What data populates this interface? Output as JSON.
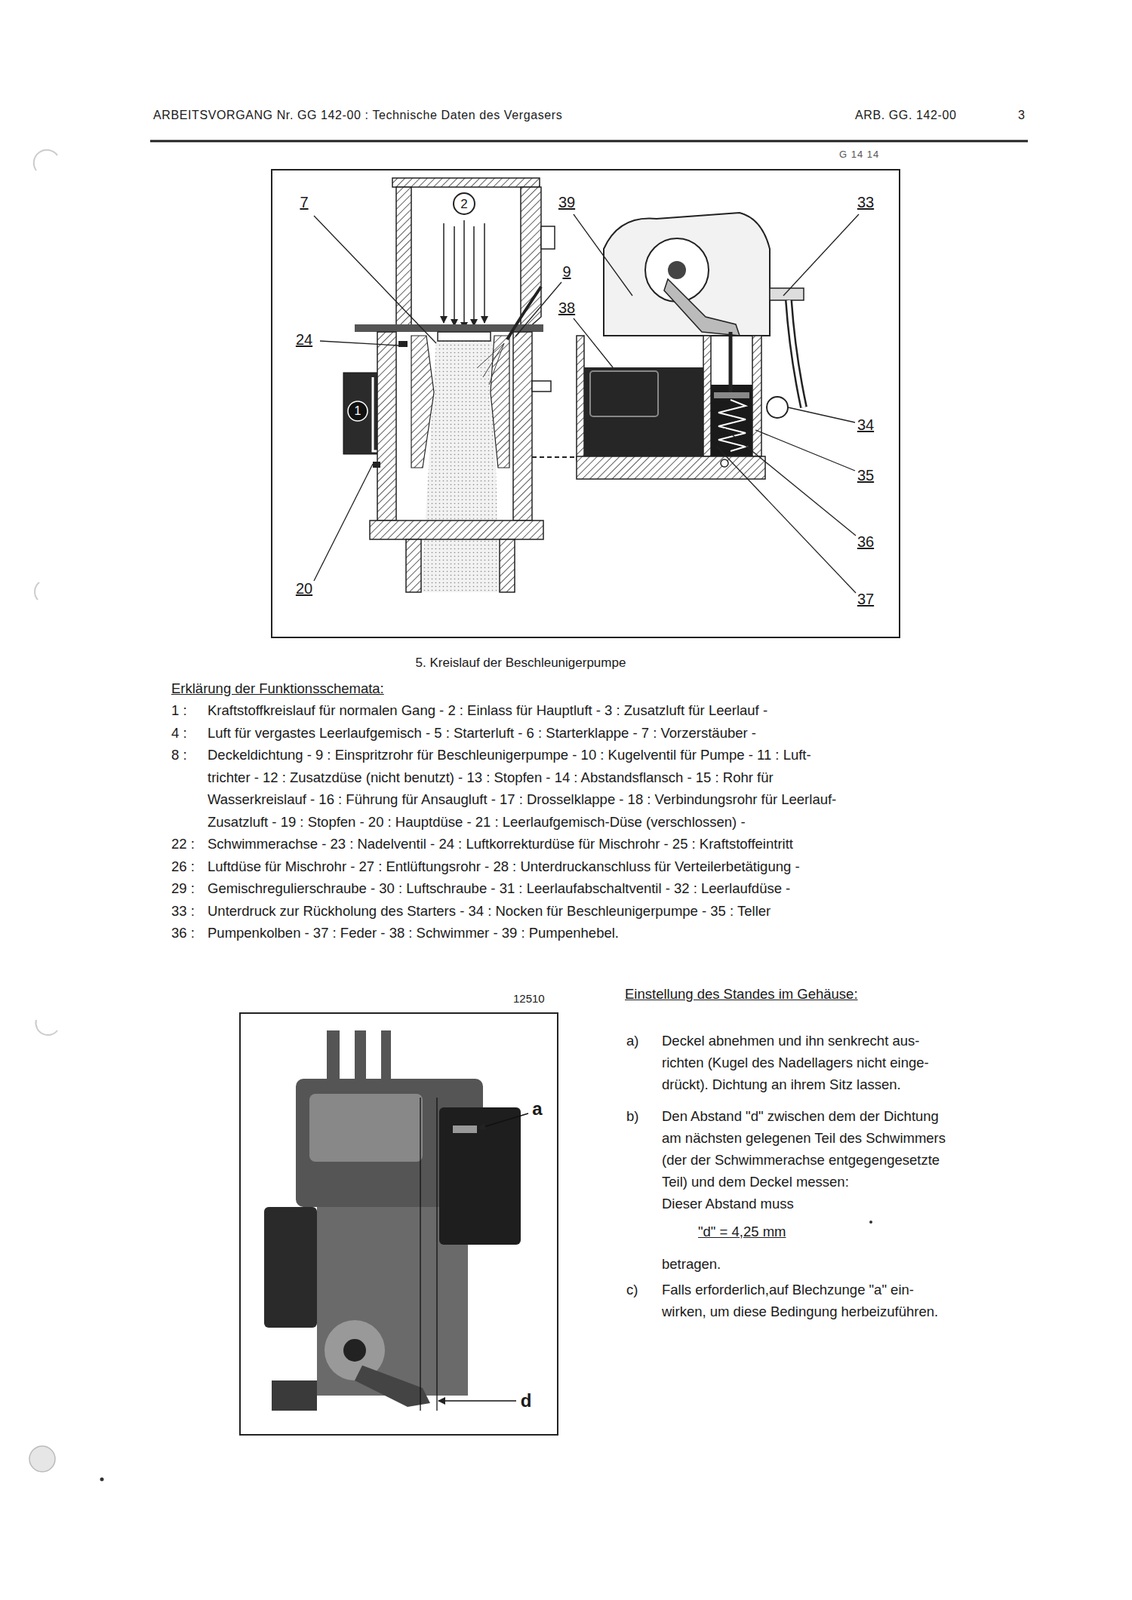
{
  "diagram": {
    "title": "ARBEITSVORGANG Nr. GG 142-00 : Technische Daten des Vergasers",
    "caption": "5. Kreislauf der Beschleunigerpumpe",
    "labels": [
      "ARB. GG. 142-00",
      "3",
      "G 14 14",
      "7",
      "2",
      "39",
      "33",
      "9",
      "38",
      "24",
      "1",
      "34",
      "35",
      "36",
      "37",
      "20",
      "Erklärung der Funktionsschemata:",
      "1 :",
      "Kraftstoffkreislauf für normalen Gang - 2 : Einlass für Hauptluft - 3 : Zusatzluft für Leerlauf -",
      "4 :",
      "Luft für vergastes Leerlaufgemisch - 5 : Starterluft - 6 : Starterklappe - 7 : Vorzerstäuber -",
      "8 :",
      "Deckeldichtung - 9 : Einspritzrohr für Beschleunigerpumpe - 10 : Kugelventil für Pumpe - 11 : Luft-",
      "trichter - 12 : Zusatzdüse (nicht benutzt) - 13 : Stopfen - 14 : Abstandsflansch - 15 : Rohr für",
      "Wasserkreislauf - 16 : Führung für Ansaugluft - 17 : Drosselklappe - 18 : Verbindungsrohr für Leerlauf-",
      "Zusatzluft - 19 : Stopfen - 20 : Hauptdüse - 21 : Leerlaufgemisch-Düse (verschlossen) -",
      "22 :",
      "Schwimmerachse - 23 : Nadelventil - 24 : Luftkorrekturdüse für Mischrohr - 25 : Kraftstoffeintritt",
      "26 :",
      "Luftdüse für Mischrohr - 27 : Entlüftungsrohr - 28 : Unterdruckanschluss für Verteilerbetätigung -",
      "29 :",
      "Gemischregulierschraube - 30 : Luftschraube - 31 : Leerlaufabschaltventil - 32 : Leerlaufdüse -",
      "33 :",
      "Unterdruck zur Rückholung des Starters - 34 : Nocken für Beschleunigerpumpe - 35 : Teller",
      "36 :",
      "Pumpenkolben - 37 : Feder - 38 : Schwimmer - 39 : Pumpenhebel.",
      "12510",
      "Einstellung des Standes im Gehäuse:",
      "a)",
      "Deckel abnehmen und ihn senkrecht aus-",
      "richten (Kugel des Nadellagers nicht einge-",
      "drückt). Dichtung an ihrem Sitz lassen.",
      "b)",
      "Den Abstand \"d\" zwischen dem der Dichtung",
      "am nächsten gelegenen Teil des Schwimmers",
      "(der der Schwimmerachse entgegengesetzte",
      "Teil) und dem Deckel messen:",
      "Dieser Abstand muss",
      "\"d\" = 4,25 mm",
      "betragen.",
      "c)",
      "Falls erforderlich,auf Blechzunge \"a\" ein-",
      "wirken, um diese Bedingung herbeizuführen.",
      "a",
      "d"
    ]
  }
}
